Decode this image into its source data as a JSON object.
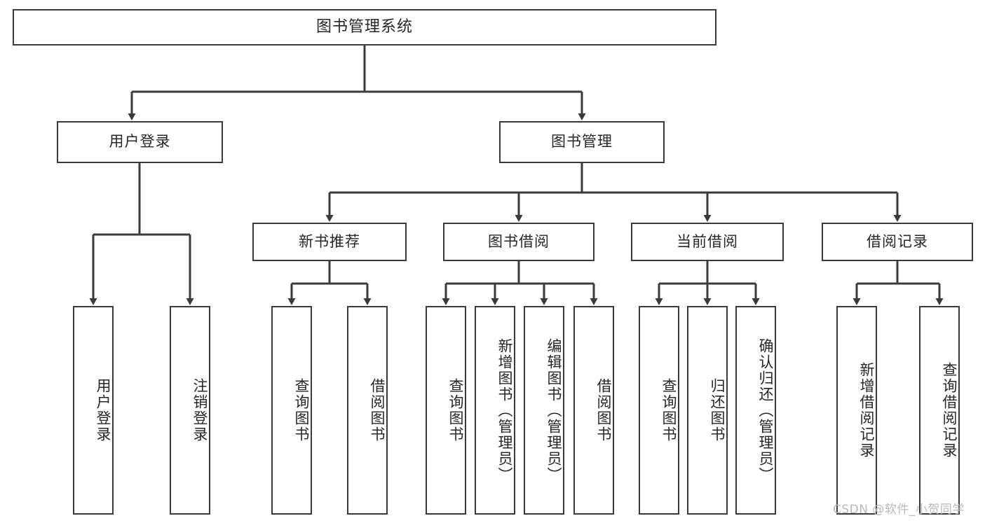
{
  "diagram": {
    "type": "hierarchy-tree",
    "title": "图书管理系统",
    "orientation": "top-down",
    "colors": {
      "box_border": "#3a3a3a",
      "box_fill": "#ffffff",
      "edge": "#3a3a3a",
      "text": "#262626",
      "watermark": "#b9b9b9",
      "background": "#ffffff"
    },
    "levels": 4,
    "nodes": {
      "root": {
        "label": "图书管理系统",
        "level": 1
      },
      "l2": [
        {
          "label": "用户登录",
          "level": 2
        },
        {
          "label": "图书管理",
          "level": 2
        }
      ],
      "l3": [
        {
          "label": "新书推荐",
          "level": 3,
          "parent": "图书管理"
        },
        {
          "label": "图书借阅",
          "level": 3,
          "parent": "图书管理"
        },
        {
          "label": "当前借阅",
          "level": 3,
          "parent": "图书管理"
        },
        {
          "label": "借阅记录",
          "level": 3,
          "parent": "图书管理"
        }
      ],
      "leaves_user_login": [
        {
          "label": "用户登录",
          "parent": "用户登录"
        },
        {
          "label": "注销登录",
          "parent": "用户登录"
        }
      ],
      "leaves_new_book": [
        {
          "label": "查询图书",
          "parent": "新书推荐"
        },
        {
          "label": "借阅图书",
          "parent": "新书推荐"
        }
      ],
      "leaves_borrow": [
        {
          "label": "查询图书",
          "parent": "图书借阅"
        },
        {
          "label": "新增图书（管理员）",
          "parent": "图书借阅"
        },
        {
          "label": "编辑图书（管理员）",
          "parent": "图书借阅"
        },
        {
          "label": "借阅图书",
          "parent": "图书借阅"
        }
      ],
      "leaves_current": [
        {
          "label": "查询图书",
          "parent": "当前借阅"
        },
        {
          "label": "归还图书",
          "parent": "当前借阅"
        },
        {
          "label": "确认归还（管理员）",
          "parent": "当前借阅"
        }
      ],
      "leaves_record": [
        {
          "label": "新增借阅记录",
          "parent": "借阅记录"
        },
        {
          "label": "查询借阅记录",
          "parent": "借阅记录"
        }
      ]
    },
    "watermark": "CSDN @软件_小贺同学"
  }
}
